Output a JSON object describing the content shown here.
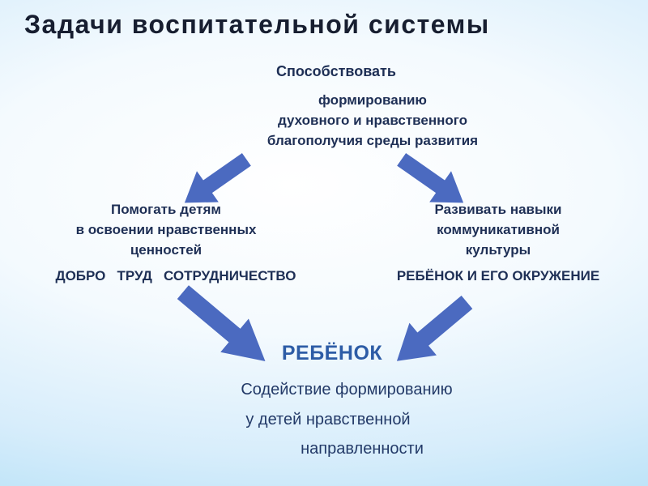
{
  "slide": {
    "title": "Задачи воспитательной системы",
    "top_block": {
      "lines": [
        "Способствовать",
        "формированию",
        "духовного и нравственного",
        "благополучия среды развития"
      ]
    },
    "left_block": {
      "lines": [
        "Помогать детям",
        "в освоении нравственных",
        "ценностей"
      ],
      "emphasis": "ДОБРО   ТРУД   СОТРУДНИЧЕСТВО"
    },
    "right_block": {
      "lines": [
        "Развивать навыки",
        "коммуникативной",
        "культуры"
      ],
      "emphasis": "РЕБЁНОК И ЕГО ОКРУЖЕНИЕ"
    },
    "center_label": "РЕБЁНОК",
    "bottom_block": {
      "lines": [
        "Содействие формированию",
        "у детей нравственной",
        "направленности"
      ]
    },
    "colors": {
      "arrow": "#4b6ac0",
      "title": "#171e30",
      "body_text": "#1e2f55",
      "center_label": "#2d5ca6",
      "bottom_text": "#233a68"
    },
    "icons": {
      "top_left_arrow": "arrow-down-left-icon",
      "top_right_arrow": "arrow-down-right-icon",
      "bottom_left_arrow": "arrow-down-right-icon",
      "bottom_right_arrow": "arrow-down-left-icon"
    }
  }
}
